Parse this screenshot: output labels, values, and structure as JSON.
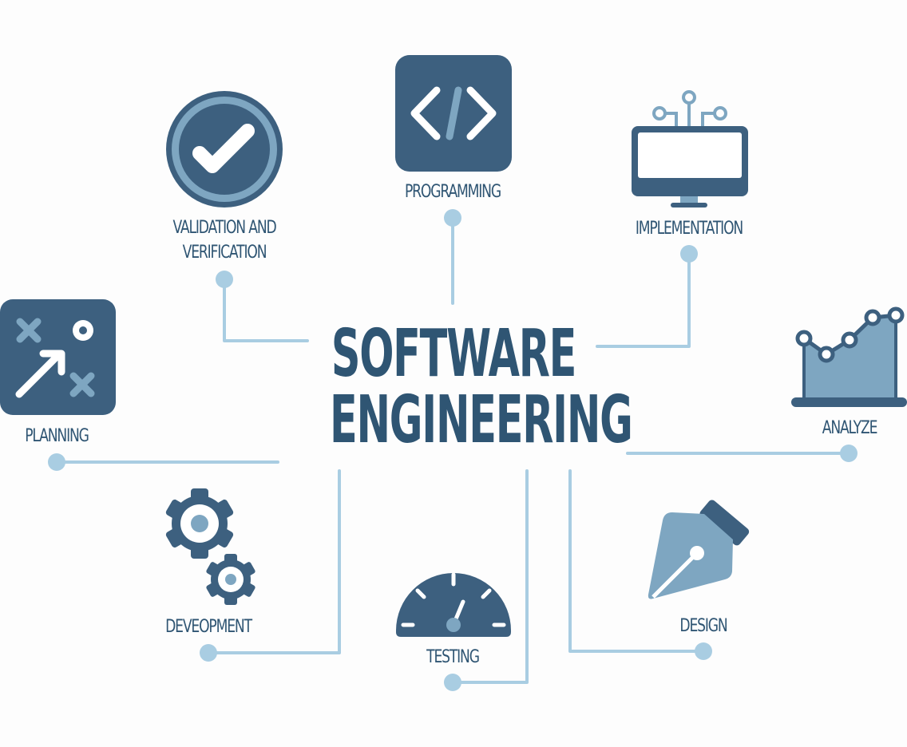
{
  "title": {
    "line1": "SOFTWARE",
    "line2": "ENGINEERING"
  },
  "nodes": [
    {
      "id": "validation",
      "label_line1": "VALIDATION AND",
      "label_line2": "VERIFICATION",
      "icon": "check-circle-icon"
    },
    {
      "id": "programming",
      "label": "PROGRAMMING",
      "icon": "code-brackets-icon"
    },
    {
      "id": "implementation",
      "label": "IMPLEMENTATION",
      "icon": "monitor-circuit-icon"
    },
    {
      "id": "planning",
      "label": "PLANNING",
      "icon": "strategy-board-icon"
    },
    {
      "id": "analyze",
      "label": "ANALYZE",
      "icon": "area-chart-icon"
    },
    {
      "id": "development",
      "label": "DEVEOPMENT",
      "icon": "gears-icon"
    },
    {
      "id": "testing",
      "label": "TESTING",
      "icon": "gauge-icon"
    },
    {
      "id": "design",
      "label": "DESIGN",
      "icon": "pen-nib-icon"
    }
  ],
  "colors": {
    "dark": "#3d607f",
    "mid": "#7ea6c1",
    "light": "#a9cde2",
    "text": "#2f5573",
    "background": "#fdfdfd"
  }
}
